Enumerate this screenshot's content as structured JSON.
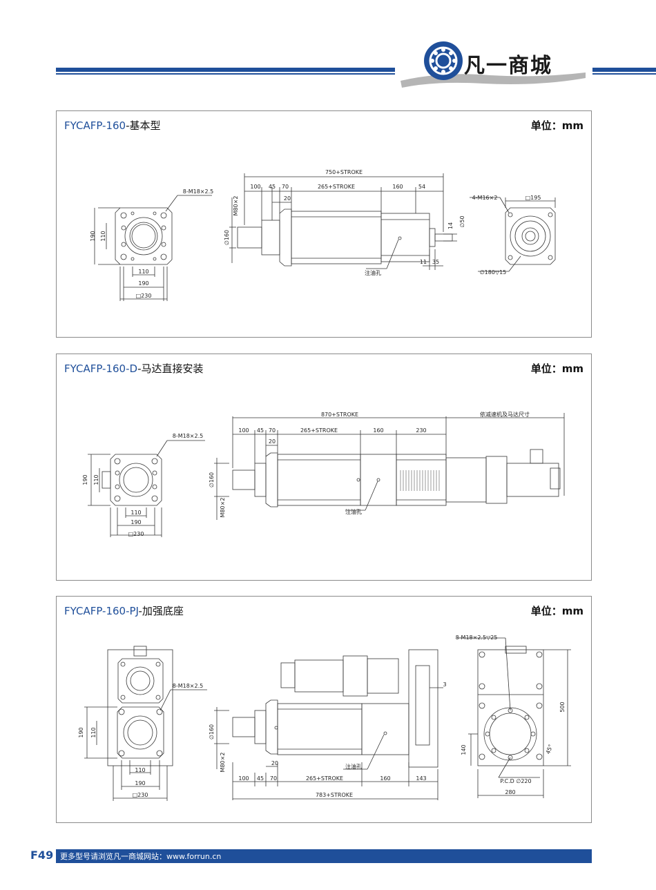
{
  "header": {
    "brand": "凡一商城"
  },
  "panels": [
    {
      "model": "FYCAFP-160",
      "suffix": "-基本型",
      "unit": "单位：mm",
      "labels": {
        "total": "750+STROKE",
        "d100": "100",
        "d45": "45",
        "d70": "70",
        "stroke": "265+STROKE",
        "d160": "160",
        "d54": "54",
        "d20": "20",
        "m80": "M80×2",
        "phi160": "∅160",
        "d14": "14",
        "phi50": "∅50",
        "d11": "11",
        "d35": "35",
        "oil": "注油孔",
        "front_hole": "8-M18×2.5",
        "f190v": "190",
        "f110v": "110",
        "f110h": "110",
        "f190h": "190",
        "f230": "□230",
        "rear_hole": "4-M16×2",
        "r195": "□195",
        "r180": "∅180▽15"
      }
    },
    {
      "model": "FYCAFP-160-D",
      "suffix": "-马达直接安装",
      "unit": "单位：mm",
      "labels": {
        "total": "870+STROKE",
        "motor": "依减速机及马达尺寸",
        "d100": "100",
        "d45": "45",
        "d70": "70",
        "stroke": "265+STROKE",
        "d160": "160",
        "d230": "230",
        "d20": "20",
        "phi160": "∅160",
        "m80": "M80×2",
        "oil": "注油孔",
        "front_hole": "8-M18×2.5",
        "f190v": "190",
        "f110v": "110",
        "f110h": "110",
        "f190h": "190",
        "f230": "□230"
      }
    },
    {
      "model": "FYCAFP-160-PJ",
      "suffix": "-加强底座",
      "unit": "单位：mm",
      "labels": {
        "front_hole": "8-M18×2.5",
        "f190v": "190",
        "f110v": "110",
        "f110h": "110",
        "f190h": "190",
        "f230": "□230",
        "d3": "3",
        "phi160": "∅160",
        "m80": "M80×2",
        "d20": "20",
        "oil": "注油孔",
        "d100": "100",
        "d45": "45",
        "d70": "70",
        "stroke": "265+STROKE",
        "d160": "160",
        "d143": "143",
        "total": "783+STROKE",
        "side_hole": "8-M18×2.5▽25",
        "d500": "500",
        "d140": "140",
        "d45deg": "45°",
        "pcd": "P.C.D ∅220",
        "d280": "280"
      }
    }
  ],
  "footer": {
    "page": "F49",
    "text": "更多型号请浏览凡一商城网站：www.forrun.cn"
  },
  "colors": {
    "brand_blue": "#1f4f9a",
    "line": "#333333"
  }
}
